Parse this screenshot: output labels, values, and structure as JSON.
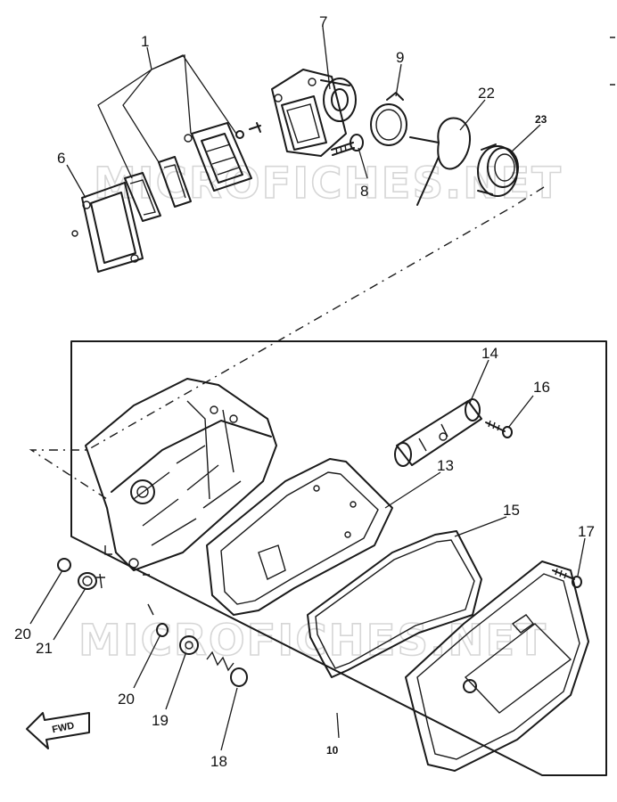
{
  "watermark": {
    "text_top": "MICROFICHES.NET",
    "text_bottom": "MICROFICHES.NET"
  },
  "direction_arrow": {
    "label": "FWD"
  },
  "callouts": {
    "c1": "1",
    "c6": "6",
    "c7": "7",
    "c8": "8",
    "c9": "9",
    "c22": "22",
    "c23": "23",
    "c14": "14",
    "c16": "16",
    "c13": "13",
    "c15": "15",
    "c17": "17",
    "c20a": "20",
    "c21": "21",
    "c20b": "20",
    "c19": "19",
    "c18": "18",
    "c10": "10"
  }
}
